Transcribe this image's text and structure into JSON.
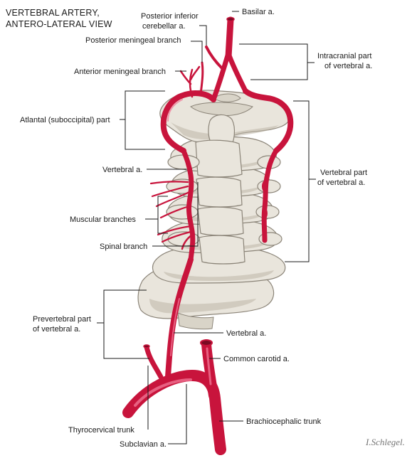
{
  "title": {
    "line1": "VERTEBRAL ARTERY,",
    "line2": "ANTERO-LATERAL VIEW"
  },
  "labels": {
    "basilar": "Basilar a.",
    "pica_line1": "Posterior inferior",
    "pica_line2": "cerebellar a.",
    "posterior_meningeal": "Posterior meningeal branch",
    "anterior_meningeal": "Anterior meningeal branch",
    "intracranial_line1": "Intracranial part",
    "intracranial_line2": "of vertebral a.",
    "atlantal": "Atlantal (suboccipital) part",
    "vertebral_upper": "Vertebral a.",
    "vertebral_part_line1": "Vertebral part",
    "vertebral_part_line2": "of vertebral a.",
    "muscular": "Muscular branches",
    "spinal": "Spinal branch",
    "prevertebral_line1": "Prevertebral part",
    "prevertebral_line2": "of vertebral a.",
    "vertebral_lower": "Vertebral a.",
    "common_carotid": "Common carotid a.",
    "thyrocervical": "Thyrocervical trunk",
    "subclavian": "Subclavian a.",
    "brachiocephalic": "Brachiocephalic trunk"
  },
  "signature": "I.Schlegel.",
  "colors": {
    "artery": "#c8143c",
    "artery_highlight": "#f27a98",
    "bone": "#e9e5dc",
    "bone_outline": "#8b8478",
    "leader_line": "#1a1a1a"
  }
}
